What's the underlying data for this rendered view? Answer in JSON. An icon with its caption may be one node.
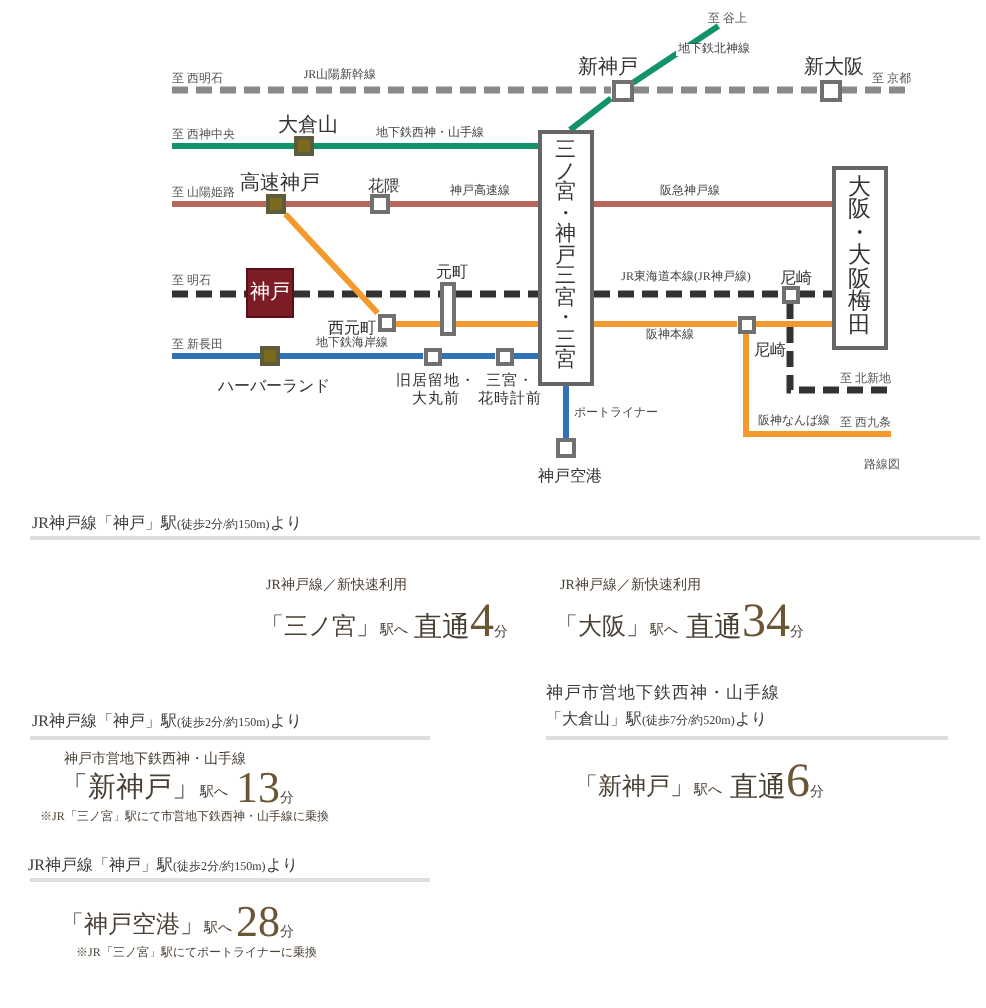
{
  "diagram": {
    "nodes": [
      {
        "text": [
          "新神戸"
        ]
      },
      {
        "text": [
          "新大阪"
        ]
      },
      {
        "text": [
          "大倉山"
        ]
      },
      {
        "text": [
          "三ノ宮・神戸三宮・三宮"
        ]
      },
      {
        "text": [
          "高速神戸"
        ]
      },
      {
        "text": [
          "花隈"
        ]
      },
      {
        "text": [
          "大阪・大阪梅田"
        ]
      },
      {
        "text": [
          "神戸"
        ]
      },
      {
        "text": [
          "元町"
        ]
      },
      {
        "text": [
          "尼崎"
        ]
      },
      {
        "text": [
          "西元町"
        ]
      },
      {
        "text": [
          "尼崎"
        ]
      },
      {
        "text": [
          "ハーバーランド"
        ]
      },
      {
        "text": [
          "旧居留地・大丸前"
        ]
      },
      {
        "text": [
          "三宮・花時計前"
        ]
      },
      {
        "text": [
          "神戸空港"
        ]
      },
      {
        "text": [
          "至 谷上"
        ]
      },
      {
        "text": [
          "至 西明石"
        ]
      },
      {
        "text": [
          "至 京都"
        ]
      },
      {
        "text": [
          "至 西神中央"
        ]
      },
      {
        "text": [
          "至 山陽姫路"
        ]
      },
      {
        "text": [
          "至 明石"
        ]
      },
      {
        "text": [
          "至 新長田"
        ]
      },
      {
        "text": [
          "至 北新地"
        ]
      },
      {
        "text": [
          "至 西九条"
        ]
      }
    ],
    "edges": [
      {
        "from": 17,
        "to": 0,
        "arrow": "none",
        "style": "dashed",
        "color": "#8a8a8a",
        "label": "JR山陽新幹線"
      },
      {
        "from": 0,
        "to": 1,
        "arrow": "none",
        "style": "dashed",
        "color": "#8a8a8a"
      },
      {
        "from": 1,
        "to": 18,
        "arrow": "none",
        "style": "dashed",
        "color": "#8a8a8a"
      },
      {
        "from": 19,
        "to": 2,
        "arrow": "none",
        "color": "#12936b"
      },
      {
        "from": 2,
        "to": 3,
        "arrow": "none",
        "color": "#12936b",
        "label": "地下鉄西神・山手線"
      },
      {
        "from": 3,
        "to": 0,
        "arrow": "none",
        "color": "#12936b"
      },
      {
        "from": 0,
        "to": 16,
        "arrow": "none",
        "color": "#12936b",
        "label": "地下鉄北神線"
      },
      {
        "from": 20,
        "to": 4,
        "arrow": "none",
        "color": "#b8675b"
      },
      {
        "from": 4,
        "to": 5,
        "arrow": "none",
        "color": "#b8675b"
      },
      {
        "from": 5,
        "to": 3,
        "arrow": "none",
        "color": "#b8675b",
        "label": "神戸高速線"
      },
      {
        "from": 3,
        "to": 6,
        "arrow": "none",
        "color": "#b8675b",
        "label": "阪急神戸線"
      },
      {
        "from": 21,
        "to": 7,
        "arrow": "none",
        "style": "dashed",
        "color": "#333333"
      },
      {
        "from": 7,
        "to": 8,
        "arrow": "none",
        "style": "dashed",
        "color": "#333333"
      },
      {
        "from": 8,
        "to": 3,
        "arrow": "none",
        "style": "dashed",
        "color": "#333333"
      },
      {
        "from": 3,
        "to": 9,
        "arrow": "none",
        "style": "dashed",
        "color": "#333333",
        "label": "JR東海道本線(JR神戸線)"
      },
      {
        "from": 9,
        "to": 6,
        "arrow": "none",
        "style": "dashed",
        "color": "#333333"
      },
      {
        "from": 9,
        "to": 23,
        "arrow": "none",
        "style": "dashed",
        "color": "#333333"
      },
      {
        "from": 4,
        "to": 10,
        "arrow": "none",
        "color": "#f29a2e"
      },
      {
        "from": 10,
        "to": 8,
        "arrow": "none",
        "color": "#f29a2e"
      },
      {
        "from": 8,
        "to": 3,
        "arrow": "none",
        "color": "#f29a2e"
      },
      {
        "from": 3,
        "to": 11,
        "arrow": "none",
        "color": "#f29a2e",
        "label": "阪神本線"
      },
      {
        "from": 11,
        "to": 6,
        "arrow": "none",
        "color": "#f29a2e"
      },
      {
        "from": 11,
        "to": 24,
        "arrow": "none",
        "color": "#f29a2e",
        "label": "阪神なんば線"
      },
      {
        "from": 22,
        "to": 12,
        "arrow": "none",
        "color": "#2f72b8"
      },
      {
        "from": 12,
        "to": 13,
        "arrow": "none",
        "color": "#2f72b8",
        "label": "地下鉄海岸線"
      },
      {
        "from": 13,
        "to": 14,
        "arrow": "none",
        "color": "#2f72b8"
      },
      {
        "from": 14,
        "to": 3,
        "arrow": "none",
        "color": "#2f72b8"
      },
      {
        "from": 3,
        "to": 15,
        "arrow": "none",
        "color": "#2f72b8",
        "label": "ポートライナー"
      }
    ],
    "labels": [
      "路線図",
      "JR神戸線「神戸」駅(徒歩2分/約150m)より",
      "JR神戸線／新快速利用",
      "「三ノ宮」駅へ",
      "直通4分",
      "JR神戸線／新快速利用",
      "「大阪」駅へ",
      "直通34分",
      "JR神戸線「神戸」駅(徒歩2分/約150m)より",
      "神戸市営地下鉄西神・山手線",
      "「新神戸」駅へ",
      "13分",
      "※JR「三ノ宮」駅にて市営地下鉄西神・山手線に乗換",
      "神戸市営地下鉄西神・山手線",
      "「大倉山」駅(徒歩7分/約520m)より",
      "「新神戸」駅へ",
      "直通6分",
      "JR神戸線「神戸」駅(徒歩2分/約150m)より",
      "「神戸空港」駅へ",
      "28分",
      "※JR「三ノ宮」駅にてポートライナーに乗換"
    ]
  }
}
